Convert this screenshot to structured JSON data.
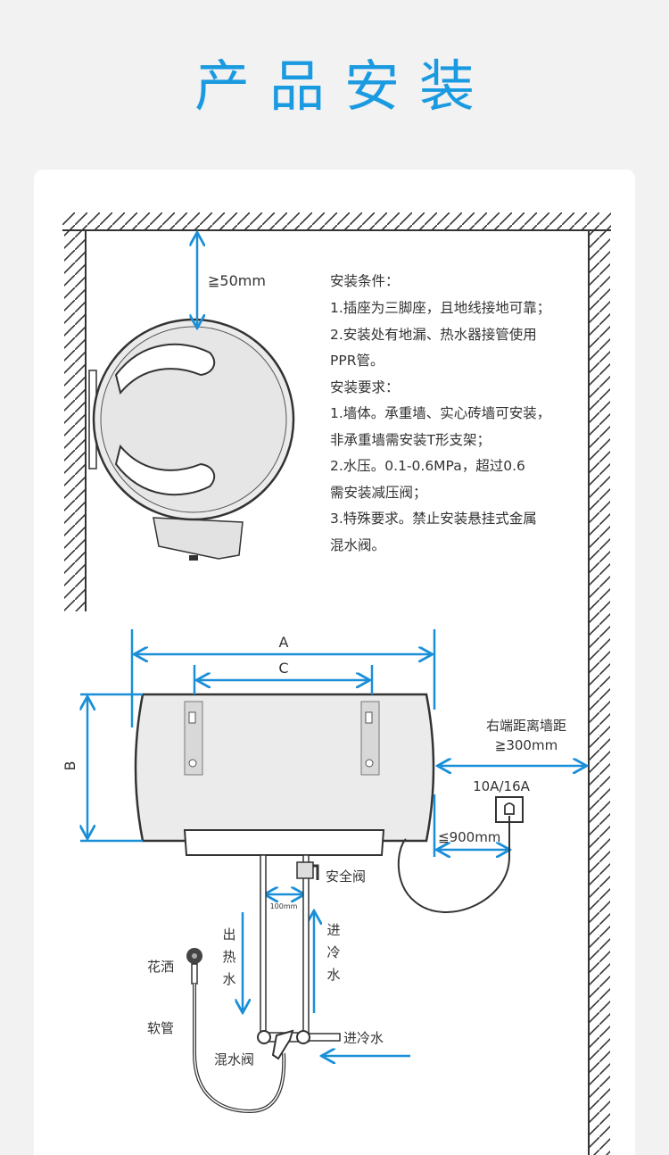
{
  "title": "产品安装",
  "side_view": {
    "top_clearance": "≧50mm"
  },
  "notes": [
    "安装条件：",
    "1.插座为三脚座，且地线接地可靠；",
    "2.安装处有地漏、热水器接管使用",
    "PPR管。",
    "安装要求：",
    "1.墙体。承重墙、实心砖墙可安装，",
    "非承重墙需安装T形支架；",
    "2.水压。0.1-0.6MPa，超过0.6",
    "需安装减压阀；",
    "3.特殊要求。禁止安装悬挂式金属",
    "混水阀。"
  ],
  "front_view": {
    "dim_a": "A",
    "dim_b": "B",
    "dim_c": "C",
    "right_clearance_label": "右端距离墙距",
    "right_clearance": "≧300mm",
    "socket_rating": "10A/16A",
    "socket_distance": "≦900mm",
    "safety_valve": "安全阀",
    "pipe_spacing": "100mm",
    "hot_out": [
      "出",
      "热",
      "水"
    ],
    "cold_in": [
      "进",
      "冷",
      "水"
    ],
    "cold_in_horizontal": "进冷水",
    "mixer": "混水阀",
    "shower": "花洒",
    "hose": "软管"
  },
  "colors": {
    "accent": "#1a9ae0"
  }
}
